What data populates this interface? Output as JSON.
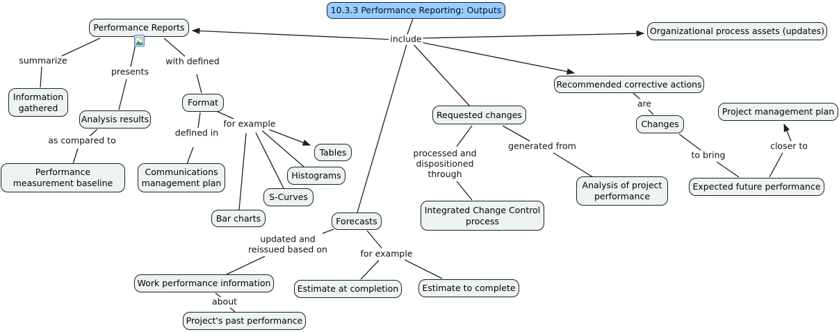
{
  "colors": {
    "title_fill": "#99ccff",
    "node_fill": "#edf3f3",
    "node_border": "#1f1f1f",
    "line_color": "#1f1f1f",
    "background": "#ffffff"
  },
  "title": "10.3.3 Performance Reporting: Outputs",
  "nodes": {
    "performance_reports": "Performance Reports",
    "information_gathered": "Information gathered",
    "analysis_results": "Analysis results",
    "format": "Format",
    "performance_measurement_baseline": "Performance measurement baseline",
    "communications_management_plan": "Communications management plan",
    "tables": "Tables",
    "histograms": "Histograms",
    "s_curves": "S-Curves",
    "bar_charts": "Bar charts",
    "forecasts": "Forecasts",
    "work_performance_information": "Work performance information",
    "projects_past_performance": "Project's past performance",
    "estimate_at_completion": "Estimate at completion",
    "estimate_to_complete": "Estimate to complete",
    "requested_changes": "Requested changes",
    "integrated_change_control": "Integrated Change Control process",
    "analysis_of_project_performance": "Analysis of project performance",
    "organizational_process_assets": "Organizational process assets (updates)",
    "recommended_corrective_actions": "Recommended corrective actions",
    "changes": "Changes",
    "project_management_plan": "Project management plan",
    "expected_future_performance": "Expected future performance"
  },
  "links": {
    "include": "include",
    "summarize": "summarize",
    "presents": "presents",
    "with_defined": "with defined",
    "as_compared_to": "as compared to",
    "defined_in": "defined in",
    "for_example_format": "for example",
    "updated_and_reissued": "updated and reissued based on",
    "for_example_forecasts": "for example",
    "about": "about",
    "processed_through": "processed and dispositioned through",
    "generated_from": "generated from",
    "are": "are",
    "to_bring": "to bring",
    "closer_to": "closer to"
  },
  "icons": {
    "resource_icon": "image-resource"
  }
}
